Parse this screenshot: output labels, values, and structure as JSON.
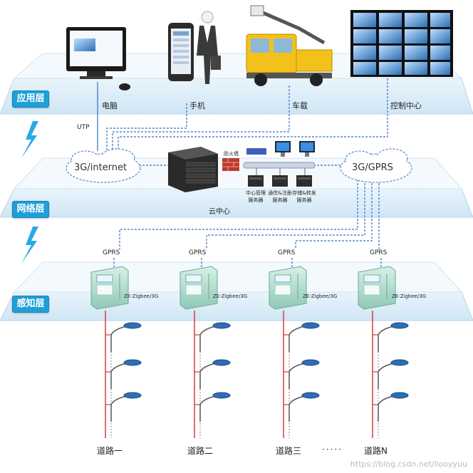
{
  "layers": {
    "application": "应用层",
    "network": "网络层",
    "perception": "感知层"
  },
  "devices": {
    "computer": "电脑",
    "phone": "手机",
    "vehicle": "车载",
    "control_center": "控制中心"
  },
  "links": {
    "utp": "UTP",
    "internet_cloud": "3G/internet",
    "gprs_cloud": "3G/GPRS",
    "gprs": [
      "GPRS",
      "GPRS",
      "GPRS",
      "GPRS"
    ]
  },
  "cloud_center": {
    "title": "云中心",
    "firewall": "防火墙",
    "servers": [
      [
        "中心管理",
        "服务器"
      ],
      [
        "通信&注册",
        "服务器"
      ],
      [
        "存储&转发",
        "服务器"
      ]
    ]
  },
  "terminals": {
    "model": "ZE-Zigbee/3G"
  },
  "roads": [
    "道路一",
    "道路二",
    "道路三",
    "道路N"
  ],
  "ellipsis": "·····",
  "watermark": "https://blog.csdn.net/llooyyuu",
  "colors": {
    "layer_label": "#1f9fd8",
    "link_line": "#3a6fc4",
    "pole_line": "#d83a3a",
    "lightning": "#2aa9e8"
  }
}
